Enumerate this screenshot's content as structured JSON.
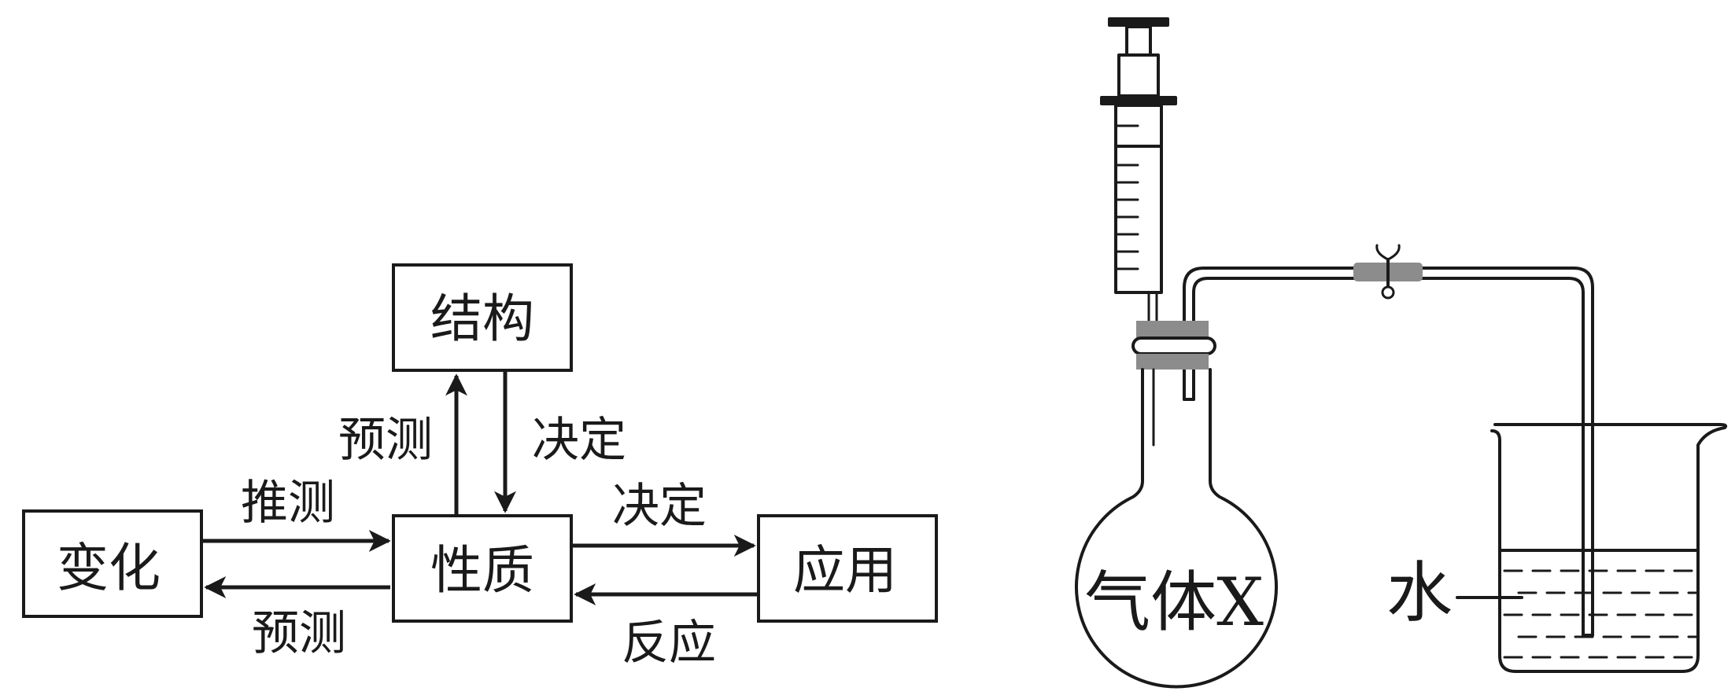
{
  "concept_map": {
    "nodes": {
      "structure": "结构",
      "property": "性质",
      "change": "变化",
      "application": "应用"
    },
    "edges": {
      "property_to_structure": "预测",
      "structure_to_property": "决定",
      "change_to_property": "推测",
      "property_to_change": "预测",
      "property_to_application": "决定",
      "application_to_property": "反应"
    }
  },
  "apparatus": {
    "flask_label": "气体X",
    "beaker_label": "水"
  },
  "colors": {
    "line": "#1a1a1a",
    "stopper": "#8c8c8c",
    "clip": "#8c8c8c"
  }
}
